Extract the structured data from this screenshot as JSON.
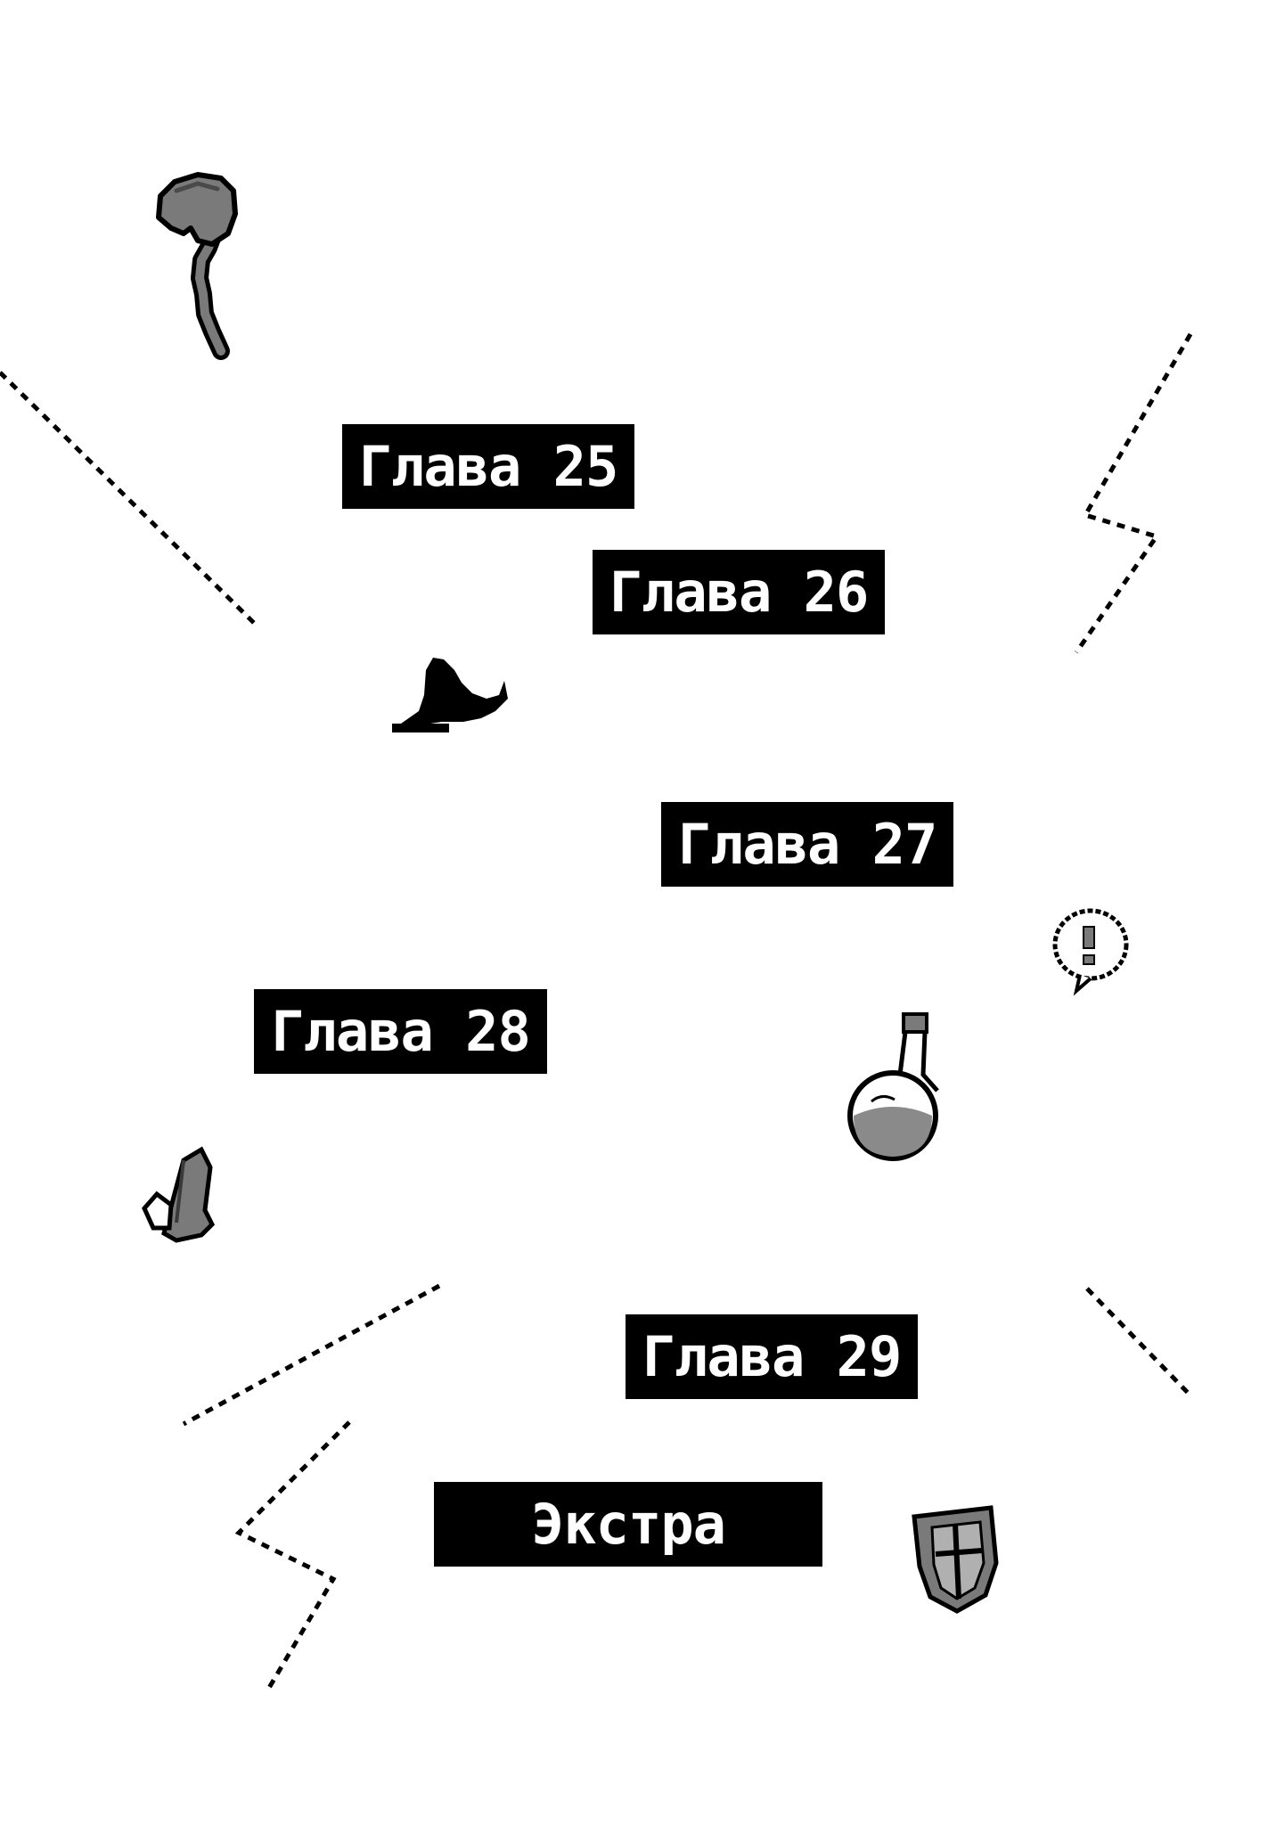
{
  "chapters": [
    {
      "label": "Глава 25"
    },
    {
      "label": "Глава 26"
    },
    {
      "label": "Глава 27"
    },
    {
      "label": "Глава 28"
    },
    {
      "label": "Глава 29"
    }
  ],
  "extra": {
    "label": "Экстра"
  },
  "colors": {
    "background": "#ffffff",
    "label_bg": "#000000",
    "label_text": "#ffffff",
    "item_gray": "#7a7a7a",
    "outline": "#000000"
  },
  "icons": [
    "magic-staff-icon",
    "witch-hat-icon",
    "exclamation-bubble-icon",
    "potion-flask-icon",
    "crystal-icon",
    "shield-icon"
  ]
}
